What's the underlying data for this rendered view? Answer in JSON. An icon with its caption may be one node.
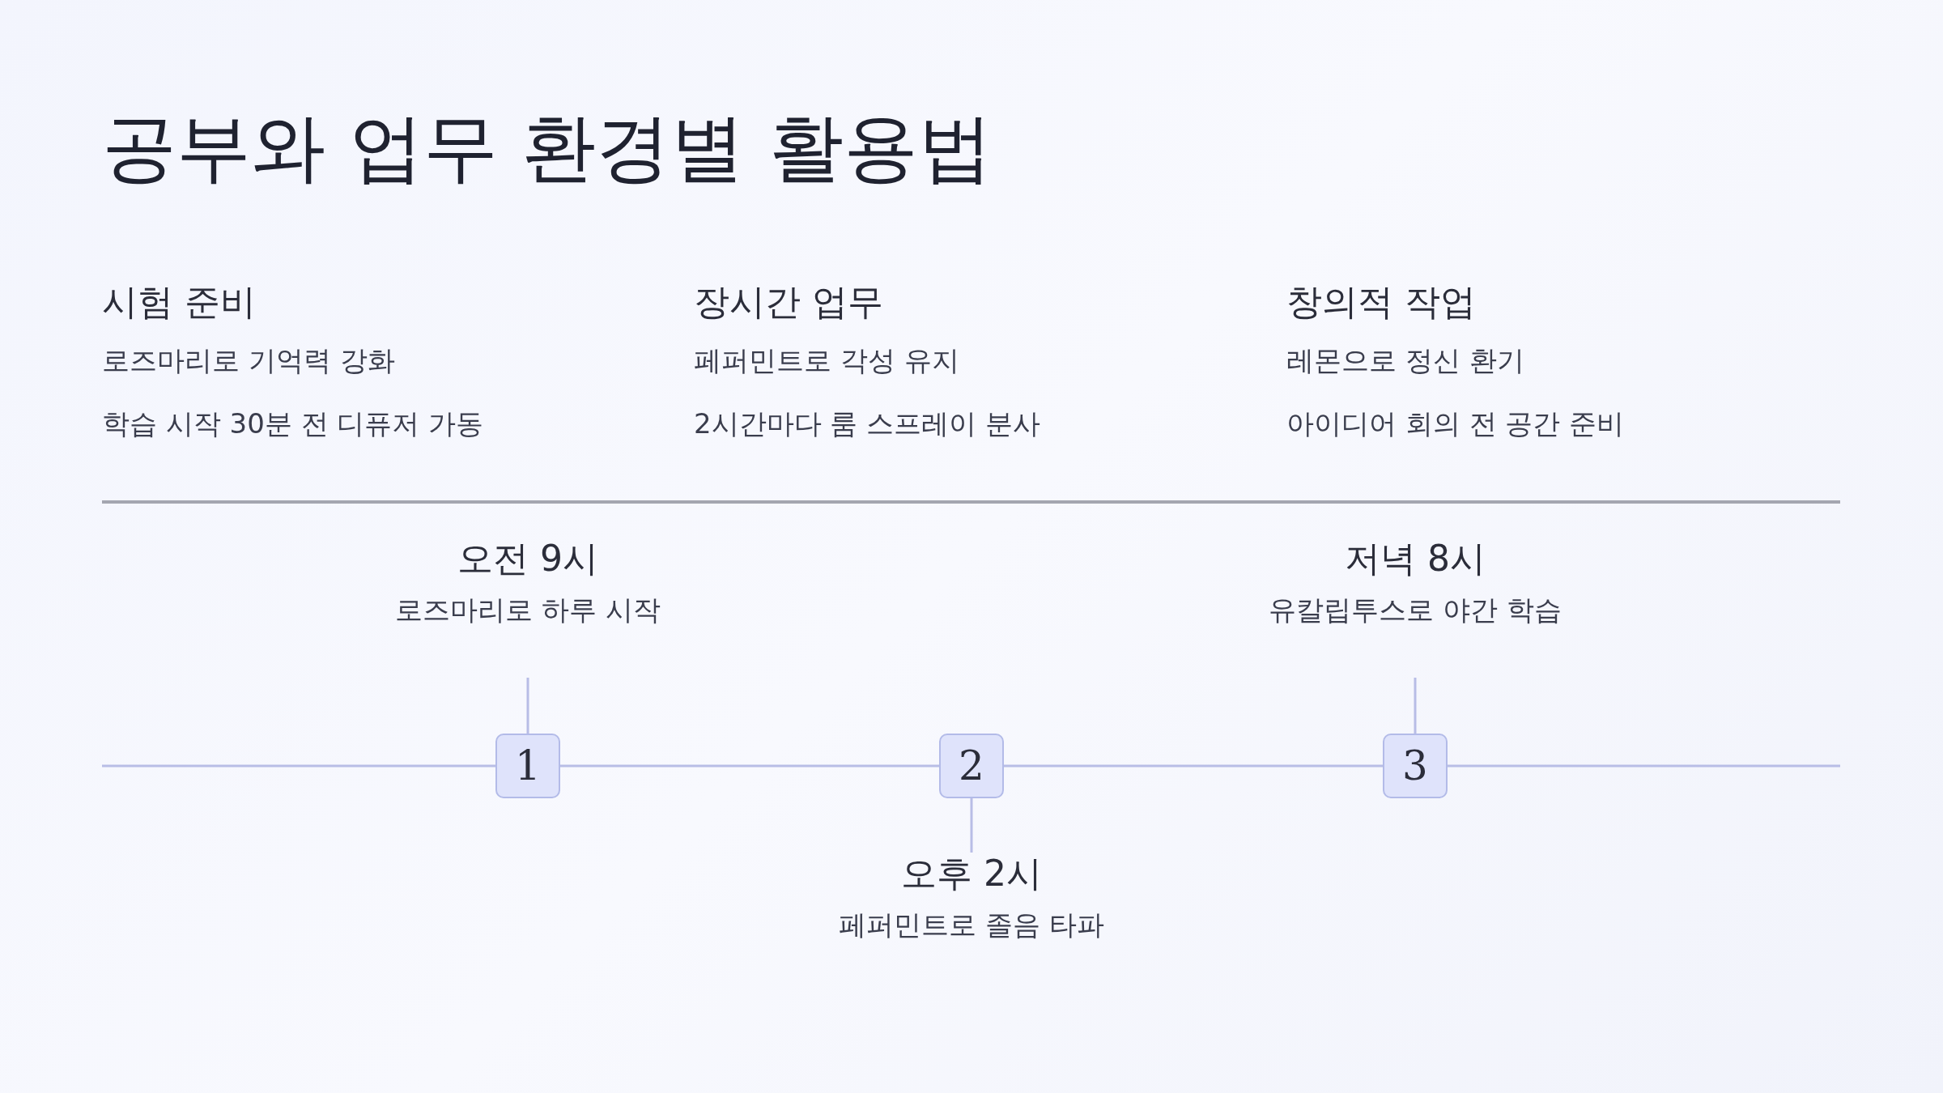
{
  "diagram": {
    "title": "공부와 업무 환경별 활용법",
    "nodes": [
      {
        "text": [
          "오전 9시",
          "로즈마리로 하루 시작"
        ]
      },
      {
        "text": [
          "1"
        ]
      },
      {
        "text": [
          "2"
        ]
      },
      {
        "text": [
          "오후 2시",
          "페퍼민트로 졸음 타파"
        ]
      },
      {
        "text": [
          "저녁 8시",
          "유칼립투스로 야간 학습"
        ]
      },
      {
        "text": [
          "3"
        ]
      }
    ],
    "edges": [
      {
        "from": 0,
        "to": 1,
        "arrow": "none"
      },
      {
        "from": null,
        "to": 1,
        "arrow": "none"
      },
      {
        "from": 1,
        "to": 2,
        "arrow": "none"
      },
      {
        "from": 2,
        "to": 3,
        "arrow": "none"
      },
      {
        "from": 2,
        "to": 5,
        "arrow": "none"
      },
      {
        "from": 4,
        "to": 5,
        "arrow": "none"
      },
      {
        "from": 5,
        "to": null,
        "arrow": "none"
      }
    ],
    "labels": [
      "시험 준비",
      "로즈마리로 기억력 강화",
      "학습 시작 30분 전 디퓨저 가동",
      "장시간 업무",
      "페퍼민트로 각성 유지",
      "2시간마다 룸 스프레이 분사",
      "창의적 작업",
      "레몬으로 정신 환기",
      "아이디어 회의 전 공간 준비"
    ]
  }
}
